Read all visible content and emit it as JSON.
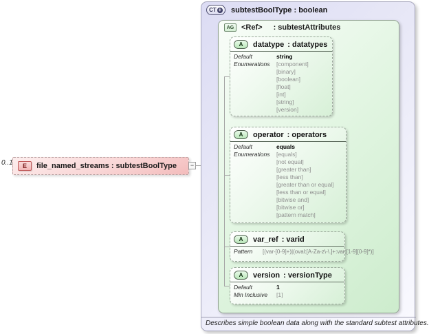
{
  "cardinality": "0..1",
  "icons": {
    "element": "E",
    "complex_type": "CT",
    "plus": "+",
    "attribute_group": "AG",
    "attribute": "A",
    "collapse": "−"
  },
  "element": {
    "label": "file_named_streams : subtestBoolType"
  },
  "panel": {
    "title": "subtestBoolType : boolean",
    "group": {
      "ref": "<Ref>",
      "type": ": subtestAttributes"
    },
    "labels": {
      "default": "Default",
      "enumerations": "Enumerations",
      "pattern": "Pattern",
      "min_inclusive": "Min Inclusive"
    },
    "attributes": {
      "datatype": {
        "name": "datatype",
        "type": ": datatypes",
        "default": "string",
        "enums": [
          "[component]",
          "[binary]",
          "[boolean]",
          "[float]",
          "[int]",
          "[string]",
          "[version]"
        ]
      },
      "operator": {
        "name": "operator",
        "type": ": operators",
        "default": "equals",
        "enums": [
          "[equals]",
          "[not equal]",
          "[greater than]",
          "[less than]",
          "[greater than or equal]",
          "[less than or equal]",
          "[bitwise and]",
          "[bitwise or]",
          "[pattern match]"
        ]
      },
      "var_ref": {
        "name": "var_ref",
        "type": ": varid",
        "pattern": "[(var-[0-9]+)|(oval:[A-Za-z\\-\\.]+:var:[1-9][0-9]*)]"
      },
      "version": {
        "name": "version",
        "type": ": versionType",
        "default": "1",
        "min_inclusive": "[1]"
      }
    },
    "annotation": "Describes simple boolean data along with the standard subtest attributes."
  }
}
